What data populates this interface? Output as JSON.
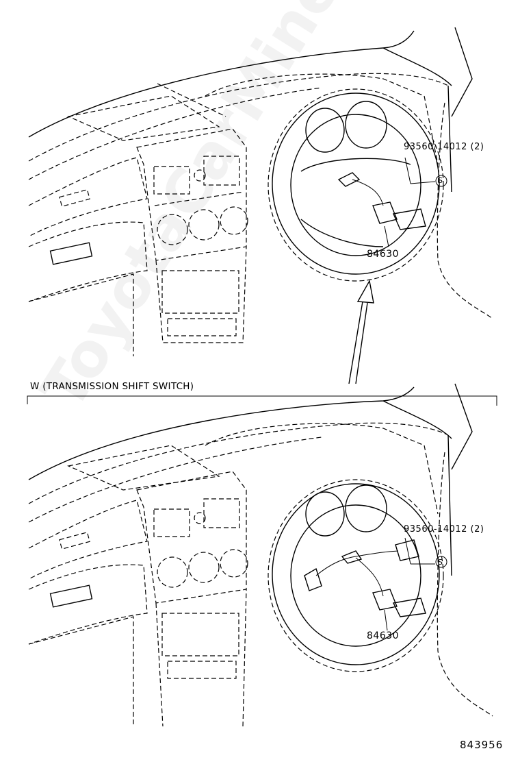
{
  "watermark": "ToyotaCarMine.ru",
  "top_view": {
    "bolt_label": "93560-14012 (2)",
    "part_label": "84630",
    "s_symbol": "S"
  },
  "section_title": "W (TRANSMISSION SHIFT SWITCH)",
  "bottom_view": {
    "bolt_label": "93560-14012 (2)",
    "part_label": "84630",
    "s_symbol": "S"
  },
  "figure_number": "843956"
}
